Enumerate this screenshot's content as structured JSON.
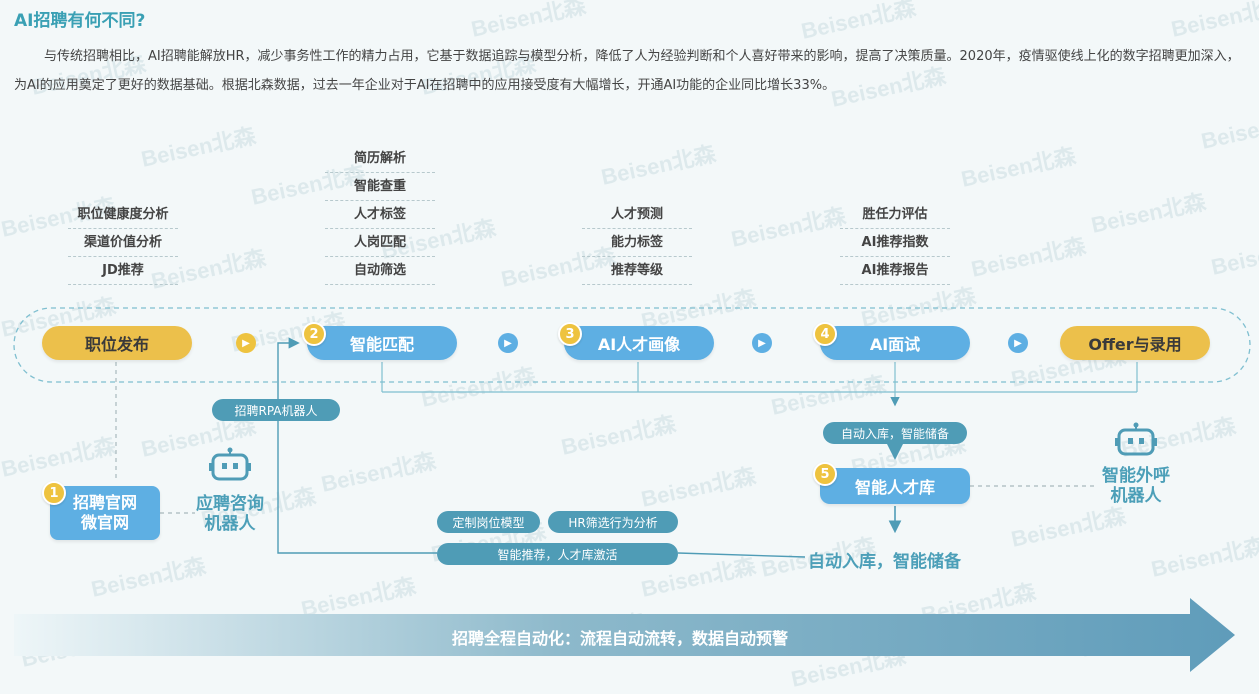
{
  "header": {
    "title": "AI招聘有何不同?",
    "intro": "与传统招聘相比，AI招聘能解放HR，减少事务性工作的精力占用，它基于数据追踪与模型分析，降低了人为经验判断和个人喜好带来的影响，提高了决策质量。2020年，疫情驱使线上化的数字招聘更加深入，为AI的应用奠定了更好的数据基础。根据北森数据，过去一年企业对于AI在招聘中的应用接受度有大幅增长，开通AI功能的企业同比增长33%。"
  },
  "watermark": "Beisen北森",
  "labels": {
    "stage1": [
      "职位健康度分析",
      "渠道价值分析",
      "JD推荐"
    ],
    "stage2": [
      "简历解析",
      "智能查重",
      "人才标签",
      "人岗匹配",
      "自动筛选"
    ],
    "stage3": [
      "人才预测",
      "能力标签",
      "推荐等级"
    ],
    "stage4": [
      "胜任力评估",
      "AI推荐指数",
      "AI推荐报告"
    ]
  },
  "stages": [
    {
      "label": "职位发布"
    },
    {
      "label": "智能匹配",
      "num": "2"
    },
    {
      "label": "AI人才画像",
      "num": "3"
    },
    {
      "label": "AI面试",
      "num": "4"
    },
    {
      "label": "Offer与录用"
    }
  ],
  "bottom": {
    "official_site_num": "1",
    "official_site": [
      "招聘官网",
      "微官网"
    ],
    "consult_robot": [
      "应聘咨询",
      "机器人"
    ],
    "rpa_robot": "招聘RPA机器人",
    "auto_store_tag": "自动入库，智能储备",
    "talent_pool_num": "5",
    "talent_pool": "智能人才库",
    "outbound_robot": [
      "智能外呼",
      "机器人"
    ],
    "custom_model": "定制岗位模型",
    "hr_filter": "HR筛选行为分析",
    "recommend": "智能推荐，人才库激活",
    "auto_store_big": "自动入库，智能储备",
    "banner": "招聘全程自动化：流程自动流转，数据自动预警"
  },
  "colors": {
    "accent": "#3aa0b4",
    "yellow": "#ecc04b",
    "blue": "#5eafe3",
    "teal_tag": "#4f9cb6"
  }
}
